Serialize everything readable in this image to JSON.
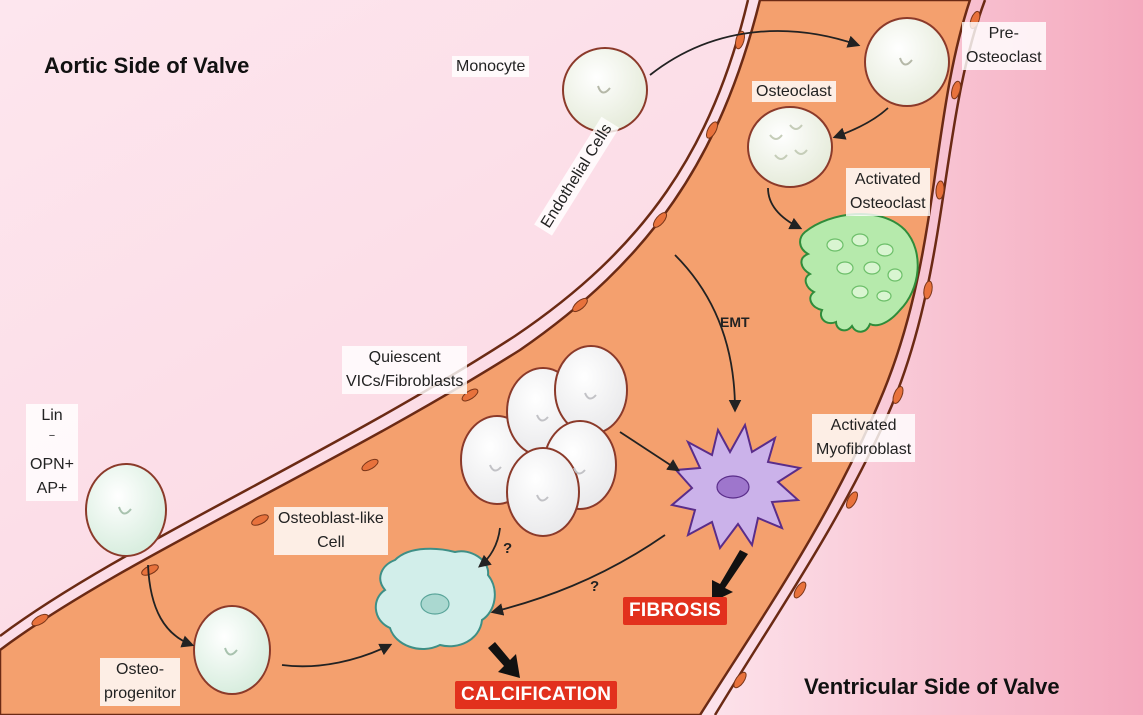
{
  "side_labels": {
    "aortic": "Aortic Side of Valve",
    "ventricular": "Ventricular Side of Valve"
  },
  "cell_labels": {
    "monocyte": "Monocyte",
    "pre_osteoclast": [
      "Pre-",
      "Osteoclast"
    ],
    "osteoclast": "Osteoclast",
    "activated_osteoclast": [
      "Activated",
      "Osteoclast"
    ],
    "endothelial": "Endothelial Cells",
    "emt": "EMT",
    "quiescent": [
      "Quiescent",
      "VICs/Fibroblasts"
    ],
    "activated_myofibroblast": [
      "Activated",
      "Myofibroblast"
    ],
    "lin": [
      "Lin",
      "OPN+",
      "AP+"
    ],
    "lin_superscript": "−",
    "osteoblast_like": [
      "Osteoblast-like",
      "Cell"
    ],
    "osteoprogenitor": [
      "Osteo-",
      "progenitor"
    ]
  },
  "question_marks": [
    "?",
    "?"
  ],
  "outcomes": {
    "fibrosis": "FIBROSIS",
    "calcification": "CALCIFICATION"
  },
  "colors": {
    "aortic_bg": "#fcdde6",
    "ventricular_bg": "#f7b8c8",
    "valve_tissue": "#f4a06e",
    "endothelium": "#f7ad80",
    "outcome_badge": "#e2311d"
  }
}
